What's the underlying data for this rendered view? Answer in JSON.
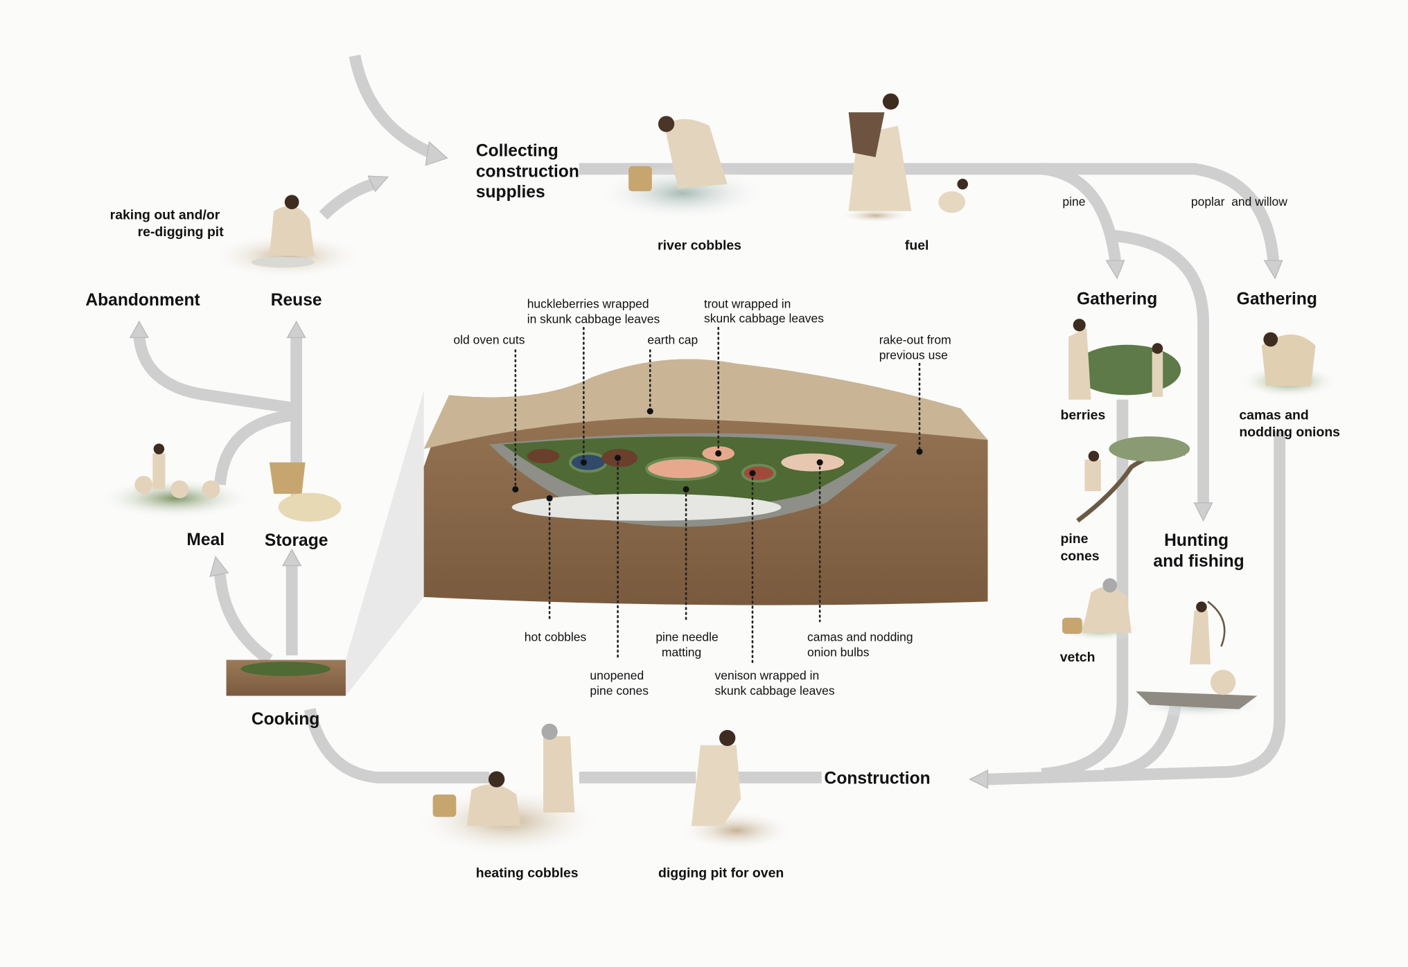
{
  "colors": {
    "arrow": "#cfcfcf",
    "soil": "#8a6a4a",
    "earth_cap": "#c9b596",
    "matting": "#4f6a34",
    "cobbles": "#e6e6e3",
    "background": "#fbfbfa"
  },
  "cycle": {
    "collecting": [
      "Collecting",
      "construction",
      "supplies"
    ],
    "river_cobbles": "river cobbles",
    "fuel": "fuel",
    "pine": "pine",
    "poplar_willow": "poplar  and willow",
    "gathering_left": "Gathering",
    "gathering_right": "Gathering",
    "berries": "berries",
    "camas": [
      "camas and",
      "nodding onions"
    ],
    "pine_cones": [
      "pine",
      "cones"
    ],
    "hunting": [
      "Hunting",
      "and fishing"
    ],
    "vetch": "vetch",
    "construction": "Construction",
    "heating_cobbles": "heating cobbles",
    "digging_pit": "digging pit for oven",
    "cooking": "Cooking",
    "meal": "Meal",
    "storage": "Storage",
    "abandonment": "Abandonment",
    "reuse": "Reuse",
    "raking": [
      "raking out and/or",
      "re-digging pit"
    ]
  },
  "cross_section": {
    "old_oven_cuts": "old oven cuts",
    "huckleberries": [
      "huckleberries wrapped",
      "in skunk cabbage leaves"
    ],
    "earth_cap": "earth cap",
    "trout": [
      "trout wrapped in",
      "skunk cabbage leaves"
    ],
    "rake_out": [
      "rake-out from",
      "previous use"
    ],
    "hot_cobbles": "hot cobbles",
    "pine_needle": [
      "pine needle",
      "matting"
    ],
    "camas_bulbs": [
      "camas and nodding",
      "onion bulbs"
    ],
    "unopened_cones": [
      "unopened",
      "pine cones"
    ],
    "venison": [
      "venison wrapped in",
      "skunk cabbage leaves"
    ]
  }
}
